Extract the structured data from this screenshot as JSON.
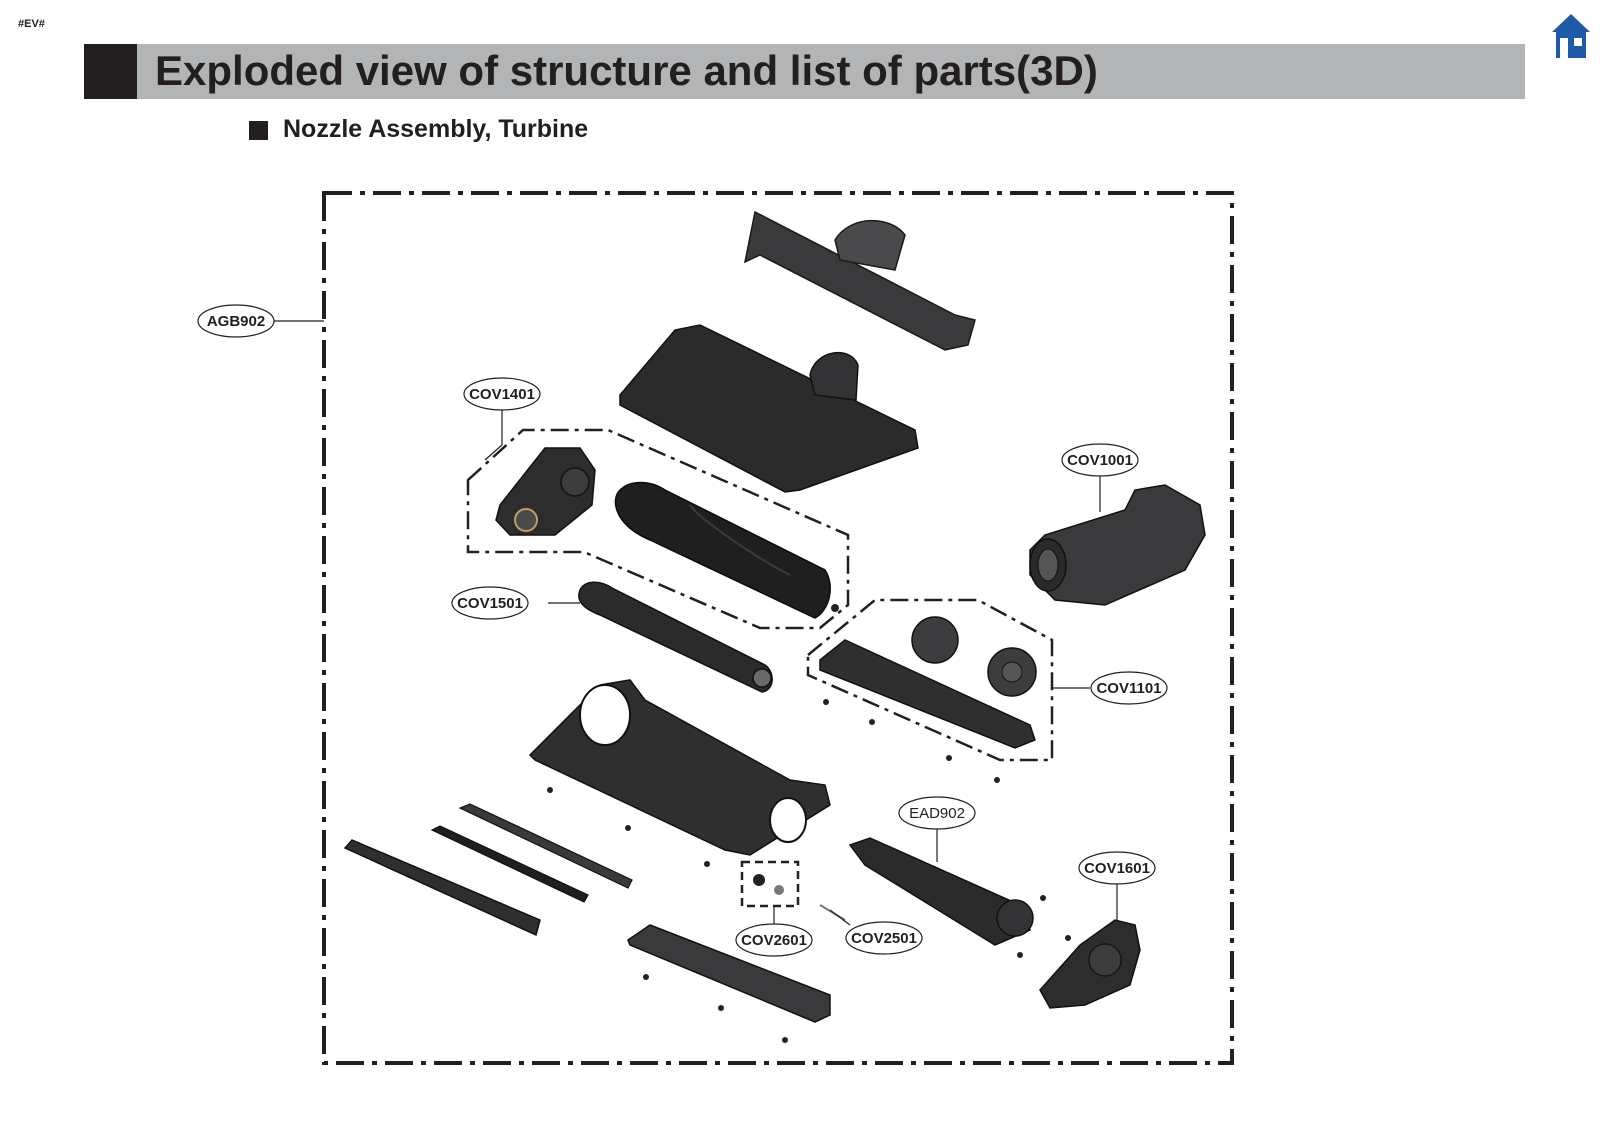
{
  "doc_tag": "#EV#",
  "header": {
    "title": "Exploded view of structure and list of parts(3D)",
    "home_icon": "home-icon",
    "home_color": "#1f5aa8"
  },
  "section": {
    "title": "Nozzle Assembly, Turbine"
  },
  "callouts": {
    "agb902": "AGB902",
    "cov1401": "COV1401",
    "cov1001": "COV1001",
    "cov1501": "COV1501",
    "cov1101": "COV1101",
    "ead902": "EAD902",
    "cov1601": "COV1601",
    "cov2601": "COV2601",
    "cov2501": "COV2501"
  }
}
